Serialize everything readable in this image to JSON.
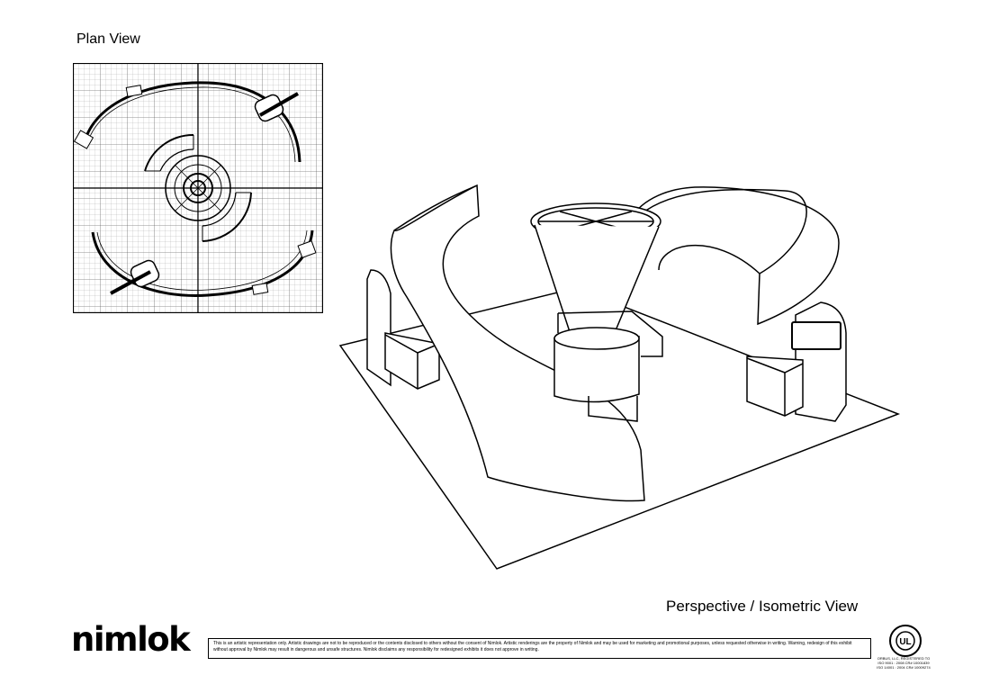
{
  "views": {
    "plan_title": "Plan View",
    "iso_title": "Perspective / Isometric View"
  },
  "brand": {
    "logo_text": "nimlok",
    "disclaimer": "This is an artistic representation only. Artistic drawings are not to be reproduced or the contents disclosed to others without the consent of Nimlok. Artistic renderings are the property of Nimlok and may be used for marketing and promotional purposes, unless requested otherwise in writing. Warning, redesign of this exhibit without approval by Nimlok may result in dangerous and unsafe structures. Nimlok disclaims any responsibility for redesigned exhibits it does not approve in writing.",
    "cert_line1": "ORBUS, LLC, REGISTERED TO",
    "cert_line2": "ISO 9001 : 2008  CR# 10001839",
    "cert_line3": "ISO 14001 : 2004  CR# 10009274",
    "ul_text": "UL"
  }
}
